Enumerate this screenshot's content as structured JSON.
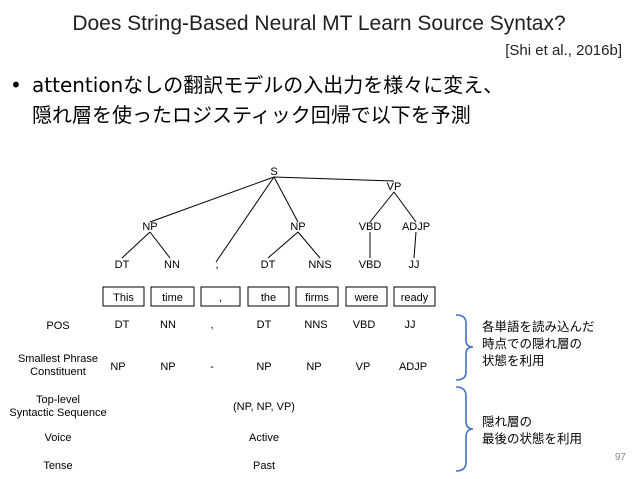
{
  "title": "Does String-Based Neural MT Learn Source Syntax?",
  "citation": "[Shi et al., 2016b]",
  "bullet": {
    "line1": "attentionなしの翻訳モデルの入出力を様々に変え、",
    "line2": "隠れ層を使ったロジスティック回帰で以下を予測"
  },
  "tree": {
    "root": "S",
    "phrases": {
      "np1": "NP",
      "np2": "NP",
      "vp": "VP",
      "adjp": "ADJP"
    },
    "tags": [
      "DT",
      "NN",
      ",",
      "DT",
      "NNS",
      "VBD",
      "JJ"
    ]
  },
  "words": [
    "This",
    "time",
    ",",
    "the",
    "firms",
    "were",
    "ready"
  ],
  "table": [
    {
      "label_lines": [
        "POS"
      ],
      "values": [
        "DT",
        "NN",
        ",",
        "DT",
        "NNS",
        "VBD",
        "JJ"
      ]
    },
    {
      "label_lines": [
        "Smallest Phrase",
        "Constituent"
      ],
      "values": [
        "NP",
        "NP",
        "-",
        "NP",
        "NP",
        "VP",
        "ADJP"
      ]
    },
    {
      "label_lines": [
        "Top-level",
        "Syntactic Sequence"
      ],
      "span_value": "(NP, NP, VP)"
    },
    {
      "label_lines": [
        "Voice"
      ],
      "span_value": "Active"
    },
    {
      "label_lines": [
        "Tense"
      ],
      "span_value": "Past"
    }
  ],
  "notes": {
    "word_level": [
      "各単語を読み込んだ",
      "時点での隠れ層の",
      "状態を利用"
    ],
    "sentence_level": [
      "隠れ層の",
      "最後の状態を利用"
    ]
  },
  "page_number": "97"
}
